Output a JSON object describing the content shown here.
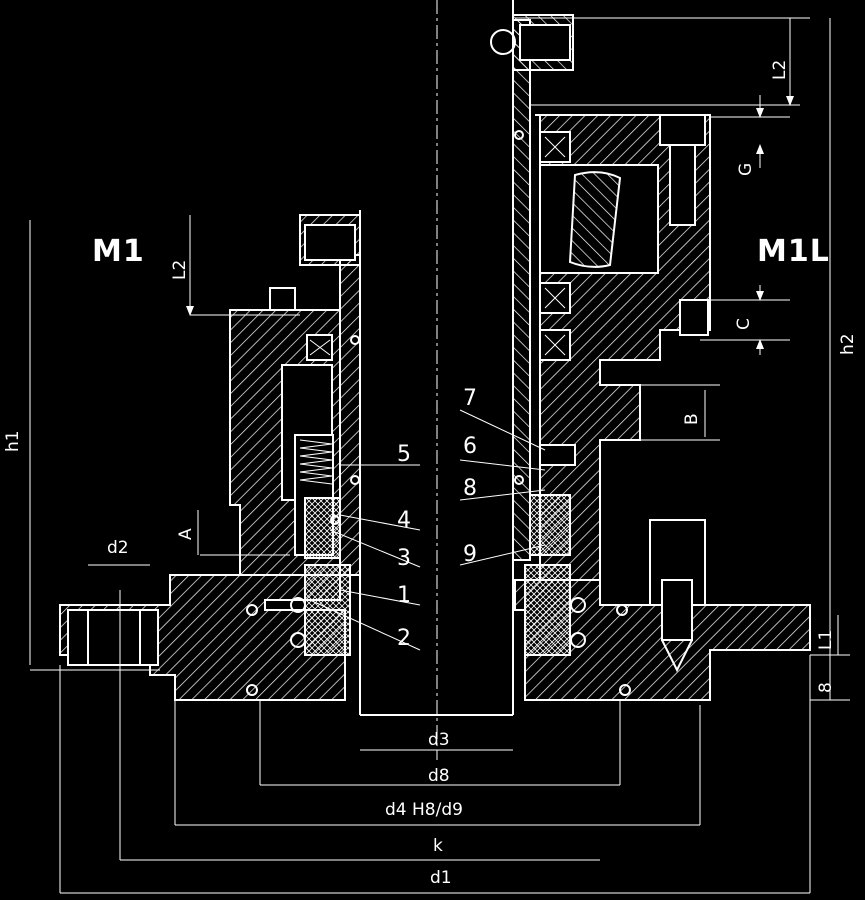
{
  "title_left": "M1",
  "title_right": "M1L",
  "dims": {
    "L2_left": "L2",
    "L2_right": "L2",
    "h1": "h1",
    "h2": "h2",
    "A": "A",
    "B": "B",
    "C": "C",
    "G": "G",
    "L1": "L1",
    "eight": "8",
    "d2": "d2",
    "d3": "d3",
    "d8": "d8",
    "d4": "d4 H8/d9",
    "k": "k",
    "d1": "d1"
  },
  "parts": [
    "1",
    "2",
    "3",
    "4",
    "5",
    "6",
    "7",
    "8",
    "9"
  ]
}
